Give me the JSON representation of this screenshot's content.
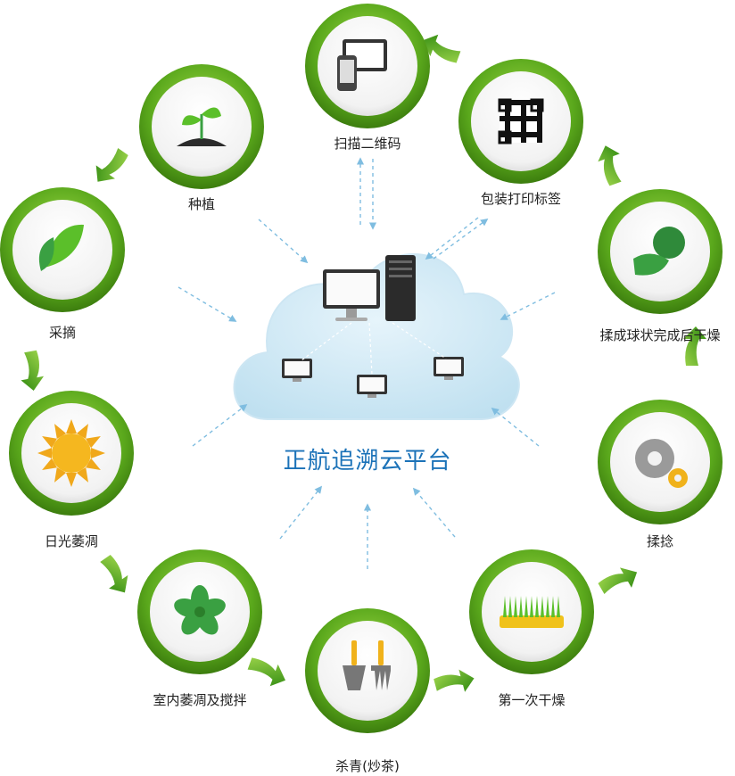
{
  "platform": {
    "title": "正航追溯云平台"
  },
  "steps": [
    {
      "id": "scan",
      "label": "扫描二维码",
      "icon": "devices-icon"
    },
    {
      "id": "print-label",
      "label": "包装打印标签",
      "icon": "qr-code-icon"
    },
    {
      "id": "roll-dry",
      "label": "揉成球状完成后干燥",
      "icon": "tea-ball-icon"
    },
    {
      "id": "knead",
      "label": "揉捻",
      "icon": "gears-icon"
    },
    {
      "id": "first-dry",
      "label": "第一次干燥",
      "icon": "grass-tray-icon"
    },
    {
      "id": "kill-green",
      "label": "杀青(炒茶)",
      "icon": "garden-tools-icon"
    },
    {
      "id": "indoor-wither",
      "label": "室内萎凋及搅拌",
      "icon": "leaf-flower-icon"
    },
    {
      "id": "sun-wither",
      "label": "日光萎凋",
      "icon": "sun-icon"
    },
    {
      "id": "pick",
      "label": "采摘",
      "icon": "tea-leaf-icon"
    },
    {
      "id": "plant",
      "label": "种植",
      "icon": "sprout-icon"
    }
  ],
  "colors": {
    "ring": "#5aa81c",
    "arrow": "#4a9e1a",
    "cloud": "#cfe8f4",
    "title": "#1b72b8",
    "dash": "#7fbde0"
  }
}
